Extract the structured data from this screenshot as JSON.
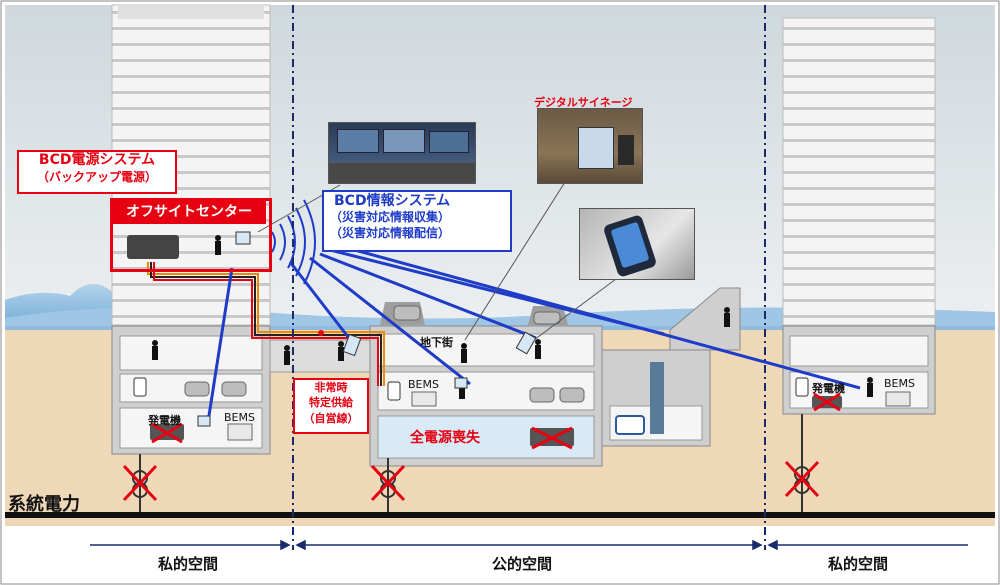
{
  "labels": {
    "bcd_power_title": "BCD電源システム",
    "bcd_power_sub": "（バックアップ電源）",
    "offsite_center": "オフサイトセンター",
    "bcd_info_title": "BCD情報システム",
    "bcd_info_line1": "（災害対応情報収集）",
    "bcd_info_line2": "（災害対応情報配信）",
    "digital_signage": "デジタルサイネージ",
    "underground_mall": "地下街",
    "emergency_supply_1": "非常時",
    "emergency_supply_2": "特定供給",
    "emergency_supply_3": "（自営線）",
    "total_blackout": "全電源喪失",
    "grid_power": "系統電力",
    "generator_left": "発電機",
    "generator_right": "発電機",
    "bems_left": "BEMS",
    "bems_center": "BEMS",
    "bems_right": "BEMS"
  },
  "zones": {
    "private_left": "私的空間",
    "public_center": "公的空間",
    "private_right": "私的空間"
  },
  "colors": {
    "red": "#e60012",
    "blue": "#1e3cc8",
    "cable_orange": "#f08a00"
  },
  "photos": [
    {
      "name": "control-room-photo"
    },
    {
      "name": "digital-signage-photo"
    },
    {
      "name": "smartphone-photo"
    }
  ]
}
